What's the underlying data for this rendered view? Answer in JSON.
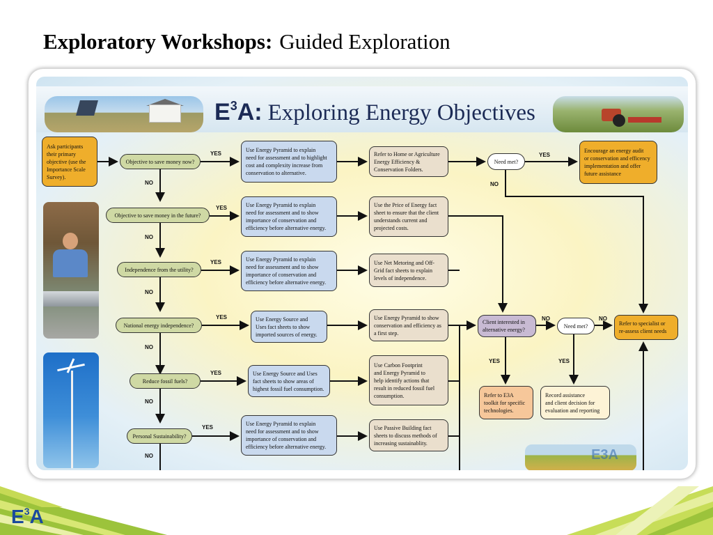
{
  "slide": {
    "title_bold": "Exploratory Workshops:",
    "title_rest": "Guided Exploration"
  },
  "poster": {
    "logo_main": "E",
    "logo_sup": "3",
    "logo_end": "A:",
    "title": "Exploring Energy Objectives",
    "field_mark": "E3A"
  },
  "flow": {
    "start": [
      "Ask participants",
      "their primary",
      "objective (use the",
      "Importance Scale",
      "Survey)."
    ],
    "decisions": [
      "Objective to save money now?",
      "Objective to save money in the future?",
      "Independence from the utility?",
      "National energy independence?",
      "Reduce fossil fuels?",
      "Personal Sustainability?"
    ],
    "actions": [
      [
        "Use Energy Pyramid to explain",
        "need for assessment and to highlight",
        "cost and complexity increase  from",
        "conservation to alternative."
      ],
      [
        "Use Energy Pyramid to explain",
        "need for assessment and to show",
        "importance of conservation and",
        "efficiency before  alternative energy."
      ],
      [
        "Use Energy Pyramid to explain",
        "need for assessment and to show",
        "importance of conservation and",
        "efficiency before  alternative energy."
      ],
      [
        "Use  Energy Source and",
        "Uses fact sheets to show",
        "imported sources of energy."
      ],
      [
        "Use  Energy Source and Uses",
        "fact sheets to show  areas of",
        "highest fossil fuel consumption."
      ],
      [
        "Use Energy Pyramid to explain",
        "need for assessment and to show",
        "importance of conservation and",
        "efficiency before  alternative energy."
      ]
    ],
    "refs": [
      [
        "Refer to Home or Agriculture",
        "Energy Efficiency &",
        "Conservation Folders."
      ],
      [
        "Use the Price of Energy fact",
        "sheet to ensure that the client",
        "understands current and",
        "projected costs."
      ],
      [
        "Use  Net Metoring and Off-",
        "Grid fact sheets to explain",
        "levels of independence."
      ],
      [
        "Use  Energy Pyramid to show",
        "conservation and efficiency as",
        "a first step."
      ],
      [
        "Use  Carbon Footprint",
        "and Energy Pyramid to",
        "help identify actions that",
        "result in reduced fossil fuel",
        "consumption."
      ],
      [
        "Use  Passive Building fact",
        "sheets to discuss methods of",
        "increasing sustainablity."
      ]
    ],
    "need_met_1": "Need met?",
    "encourage": [
      "Encourage an energy audit",
      "or conservation and efficency",
      "implementation and offer",
      "future assistance"
    ],
    "client_interest": [
      "Client interested in",
      "alternative energy?"
    ],
    "need_met_2": "Need met?",
    "refer_specialist": [
      "Refer to  specialist or",
      "re-assess client needs"
    ],
    "toolkit": [
      "Refer to E3A",
      "toolkit for specific",
      "technologies."
    ],
    "record": [
      "Record assistance",
      "and client decision for",
      "evaluation and reporting"
    ],
    "yes": "YES",
    "no": "NO"
  },
  "footer": {
    "logo_main": "E",
    "logo_sup": "3",
    "logo_end": "A"
  },
  "colors": {
    "decision": "#cfd9a4",
    "action": "#c9d9ee",
    "reference": "#eadfcd",
    "outcome": "#efae2b",
    "client": "#c8bad3"
  }
}
